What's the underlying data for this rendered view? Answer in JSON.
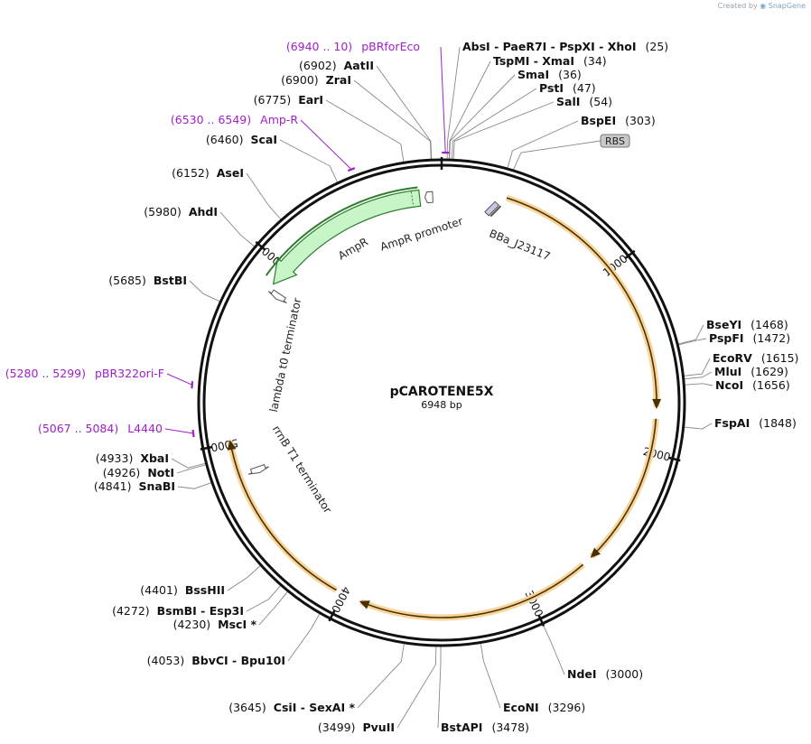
{
  "watermark": {
    "created_by": "Created by",
    "brand": "SnapGene"
  },
  "plasmid": {
    "name": "pCAROTENE5X",
    "length_label": "6948 bp",
    "length": 6948
  },
  "ticks": [
    {
      "bp": 1000,
      "label": "1000"
    },
    {
      "bp": 2000,
      "label": "2000"
    },
    {
      "bp": 3000,
      "label": "3000"
    },
    {
      "bp": 4000,
      "label": "4000"
    },
    {
      "bp": 5000,
      "label": "5000"
    },
    {
      "bp": 6000,
      "label": "6000"
    }
  ],
  "sites": [
    {
      "name": "AbsI - PaeR7I - PspXI - XhoI",
      "pos": "(25)",
      "bp": 25,
      "side": "R"
    },
    {
      "name": "TspMI - XmaI",
      "pos": "(34)",
      "bp": 34,
      "side": "R"
    },
    {
      "name": "SmaI",
      "pos": "(36)",
      "bp": 36,
      "side": "R"
    },
    {
      "name": "PstI",
      "pos": "(47)",
      "bp": 47,
      "side": "R"
    },
    {
      "name": "SalI",
      "pos": "(54)",
      "bp": 54,
      "side": "R"
    },
    {
      "name": "BspEI",
      "pos": "(303)",
      "bp": 303,
      "side": "R"
    },
    {
      "name": "BseYI",
      "pos": "(1468)",
      "bp": 1468,
      "side": "R"
    },
    {
      "name": "PspFI",
      "pos": "(1472)",
      "bp": 1472,
      "side": "R"
    },
    {
      "name": "EcoRV",
      "pos": "(1615)",
      "bp": 1615,
      "side": "R"
    },
    {
      "name": "MluI",
      "pos": "(1629)",
      "bp": 1629,
      "side": "R"
    },
    {
      "name": "NcoI",
      "pos": "(1656)",
      "bp": 1656,
      "side": "R"
    },
    {
      "name": "FspAI",
      "pos": "(1848)",
      "bp": 1848,
      "side": "R"
    },
    {
      "name": "NdeI",
      "pos": "(3000)",
      "bp": 3000,
      "side": "R"
    },
    {
      "name": "EcoNI",
      "pos": "(3296)",
      "bp": 3296,
      "side": "R"
    },
    {
      "name": "BstAPI",
      "pos": "(3478)",
      "bp": 3478,
      "side": "R"
    },
    {
      "name": "PvuII",
      "pos": "(3499)",
      "bp": 3499,
      "side": "L"
    },
    {
      "name": "CsiI - SexAI *",
      "pos": "(3645)",
      "bp": 3645,
      "side": "L"
    },
    {
      "name": "BbvCI - Bpu10I",
      "pos": "(4053)",
      "bp": 4053,
      "side": "L"
    },
    {
      "name": "MscI *",
      "pos": "(4230)",
      "bp": 4230,
      "side": "L"
    },
    {
      "name": "BsmBI - Esp3I",
      "pos": "(4272)",
      "bp": 4272,
      "side": "L"
    },
    {
      "name": "BssHII",
      "pos": "(4401)",
      "bp": 4401,
      "side": "L"
    },
    {
      "name": "SnaBI",
      "pos": "(4841)",
      "bp": 4841,
      "side": "L"
    },
    {
      "name": "NotI",
      "pos": "(4926)",
      "bp": 4926,
      "side": "L"
    },
    {
      "name": "XbaI",
      "pos": "(4933)",
      "bp": 4933,
      "side": "L"
    },
    {
      "name": "BstBI",
      "pos": "(5685)",
      "bp": 5685,
      "side": "L"
    },
    {
      "name": "AhdI",
      "pos": "(5980)",
      "bp": 5980,
      "side": "L"
    },
    {
      "name": "AseI",
      "pos": "(6152)",
      "bp": 6152,
      "side": "L"
    },
    {
      "name": "ScaI",
      "pos": "(6460)",
      "bp": 6460,
      "side": "L"
    },
    {
      "name": "EarI",
      "pos": "(6775)",
      "bp": 6775,
      "side": "L"
    },
    {
      "name": "ZraI",
      "pos": "(6900)",
      "bp": 6900,
      "side": "L"
    },
    {
      "name": "AatII",
      "pos": "(6902)",
      "bp": 6902,
      "side": "L"
    }
  ],
  "primers": [
    {
      "name": "pBRforEco",
      "pos": "(6940 .. 10)",
      "bp": 6965
    },
    {
      "name": "Amp-R",
      "pos": "(6530 .. 6549)",
      "bp": 6540
    },
    {
      "name": "pBR322ori-F",
      "pos": "(5280 .. 5299)",
      "bp": 5290
    },
    {
      "name": "L4440",
      "pos": "(5067 .. 5084)",
      "bp": 5075
    }
  ],
  "features": [
    {
      "name": "RBS",
      "kind": "rbs",
      "bp": 330
    },
    {
      "name": "BBa_J23117",
      "kind": "promoter",
      "bp": 280
    },
    {
      "name": "AmpR promoter",
      "kind": "promoter-rev",
      "bp": 6860
    },
    {
      "name": "AmpR",
      "kind": "cds-rev",
      "start": 5880,
      "end": 6830
    },
    {
      "name": "lambda t0 terminator",
      "kind": "terminator",
      "bp": 5830
    },
    {
      "name": "rrnB T1 terminator",
      "kind": "terminator",
      "bp": 4800
    }
  ],
  "arcs": [
    {
      "name": "orange-arc-1",
      "start": 340,
      "end": 1760,
      "dir": "cw"
    },
    {
      "name": "orange-arc-2",
      "start": 1820,
      "end": 2620,
      "dir": "cw"
    },
    {
      "name": "orange-arc-3",
      "start": 2680,
      "end": 3900,
      "dir": "cw"
    },
    {
      "name": "orange-arc-4",
      "start": 4040,
      "end": 5010,
      "dir": "cw"
    }
  ],
  "colors": {
    "backbone": "#111111",
    "orange": "#f0a32a",
    "green_fill": "#c8f5c8",
    "green_edge": "#2e7d2e",
    "primer": "#a020c8",
    "rbs": "#c8c8c8"
  }
}
